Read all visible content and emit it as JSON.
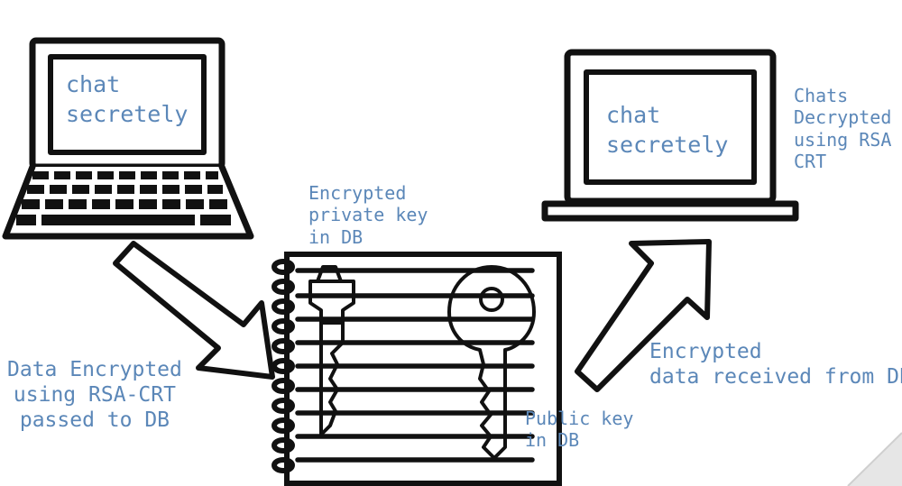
{
  "colors": {
    "text": "#5b87b8",
    "stroke": "#111111",
    "background": "#ffffff"
  },
  "left_laptop": {
    "screen_line1": "chat",
    "screen_line2": "secretely"
  },
  "right_laptop": {
    "screen_line1": "chat",
    "screen_line2": "secretely"
  },
  "labels": {
    "sent": [
      "Data Encrypted",
      "using RSA-CRT",
      "passed to DB"
    ],
    "private_key": [
      "Encrypted",
      "private key",
      "in DB"
    ],
    "public_key": [
      "Public key",
      "in DB"
    ],
    "received": [
      "Encrypted",
      "data received from DB"
    ],
    "decrypted": [
      "Chats",
      "Decrypted",
      "using RSA",
      "CRT"
    ]
  },
  "icons": [
    "laptop-icon",
    "arrow-icon",
    "notebook-icon",
    "key-icon"
  ]
}
